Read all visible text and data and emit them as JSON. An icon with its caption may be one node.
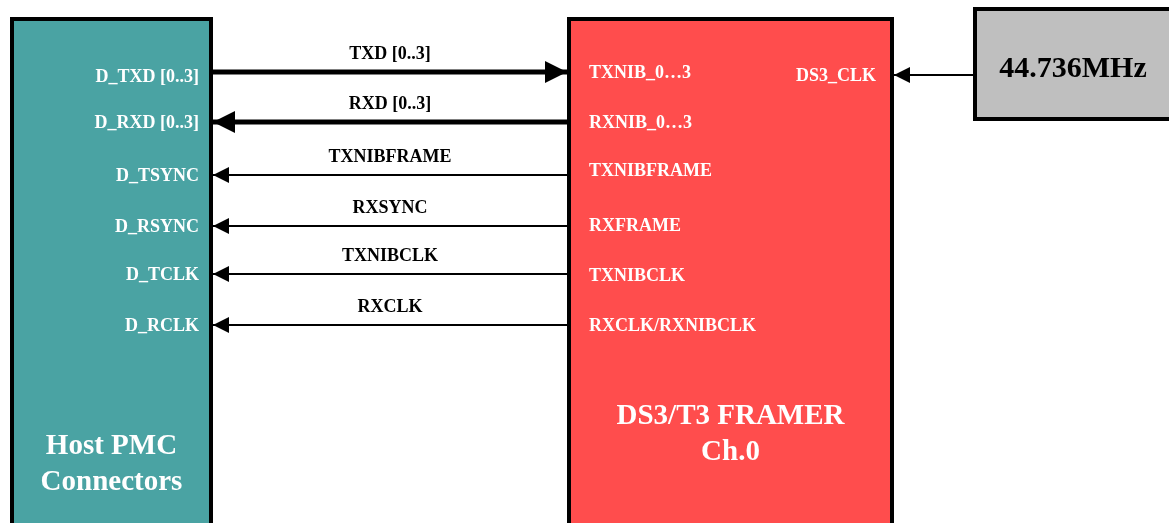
{
  "diagram": {
    "nodes": [
      {
        "text": [
          "Host PMC Connectors"
        ]
      },
      {
        "text": [
          "D_TXD [0..3]"
        ],
        "in": 0
      },
      {
        "text": [
          "D_RXD [0..3]"
        ],
        "in": 0
      },
      {
        "text": [
          "D_TSYNC"
        ],
        "in": 0
      },
      {
        "text": [
          "D_RSYNC"
        ],
        "in": 0
      },
      {
        "text": [
          "D_TCLK"
        ],
        "in": 0
      },
      {
        "text": [
          "D_RCLK"
        ],
        "in": 0
      },
      {
        "text": [
          "DS3/T3 FRAMER Ch.0"
        ]
      },
      {
        "text": [
          "TXNIB_0…3"
        ],
        "in": 7
      },
      {
        "text": [
          "RXNIB_0…3"
        ],
        "in": 7
      },
      {
        "text": [
          "TXNIBFRAME"
        ],
        "in": 7
      },
      {
        "text": [
          "RXFRAME"
        ],
        "in": 7
      },
      {
        "text": [
          "TXNIBCLK"
        ],
        "in": 7
      },
      {
        "text": [
          "RXCLK/RXNIBCLK"
        ],
        "in": 7
      },
      {
        "text": [
          "DS3_CLK"
        ],
        "in": 7
      },
      {
        "text": [
          "44.736MHz"
        ]
      }
    ],
    "edges": [
      {
        "from": 1,
        "to": 8,
        "arrow": "to",
        "label": "TXD [0..3]",
        "style": "thick"
      },
      {
        "from": 9,
        "to": 2,
        "arrow": "to",
        "label": "RXD [0..3]",
        "style": "thick"
      },
      {
        "from": 10,
        "to": 3,
        "arrow": "to",
        "label": "TXNIBFRAME"
      },
      {
        "from": 11,
        "to": 4,
        "arrow": "to",
        "label": "RXSYNC"
      },
      {
        "from": 12,
        "to": 5,
        "arrow": "to",
        "label": "TXNIBCLK"
      },
      {
        "from": 13,
        "to": 6,
        "arrow": "to",
        "label": "RXCLK"
      },
      {
        "from": 15,
        "to": 14,
        "arrow": "to"
      }
    ]
  }
}
